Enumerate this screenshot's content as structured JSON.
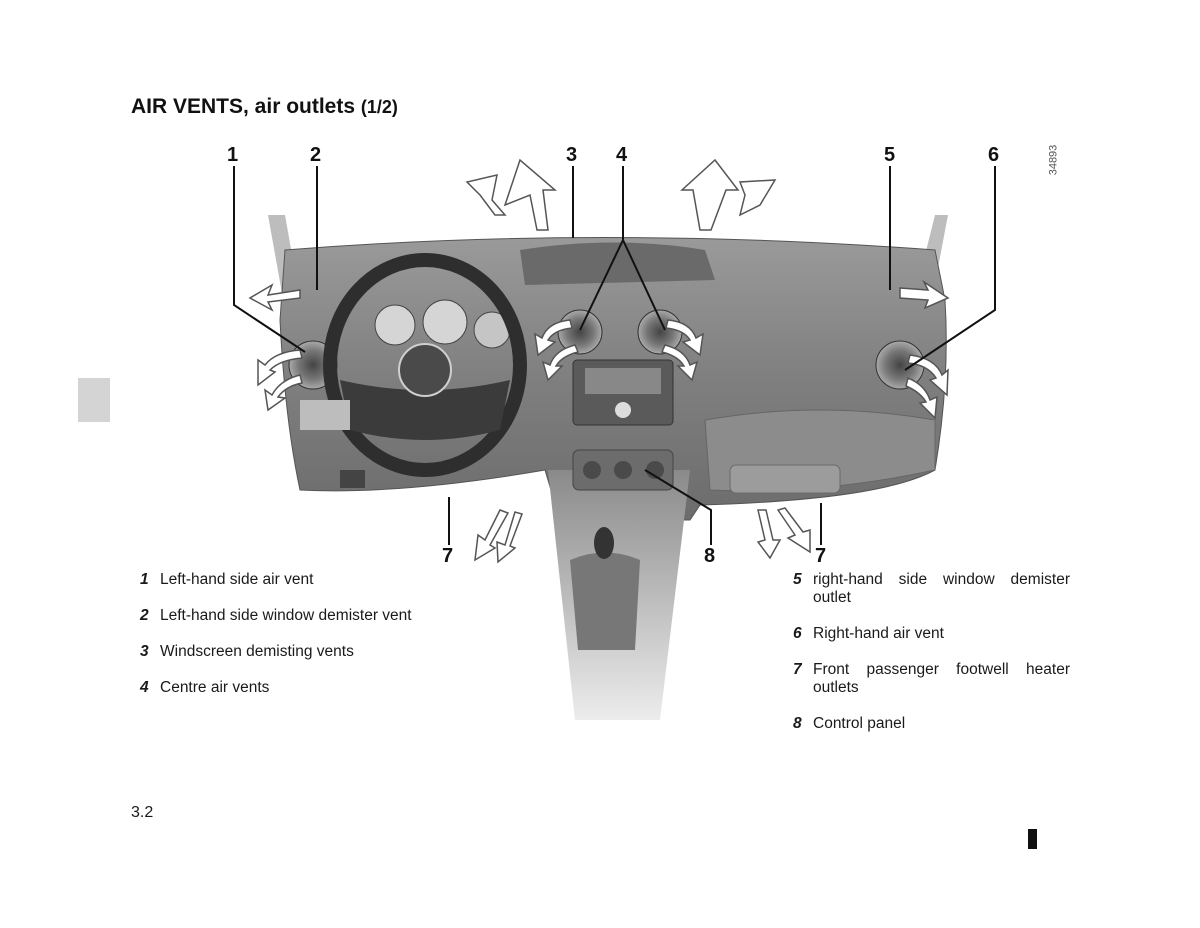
{
  "page": {
    "title": "AIR VENTS, air outlets",
    "title_suffix": "(1/2)",
    "page_number": "3.2",
    "photo_reference": "34893"
  },
  "callouts": {
    "c1": "1",
    "c2": "2",
    "c3": "3",
    "c4": "4",
    "c5": "5",
    "c6": "6",
    "c7a": "7",
    "c8": "8",
    "c7b": "7"
  },
  "legend_left": [
    {
      "num": "1",
      "text": "Left-hand side air vent"
    },
    {
      "num": "2",
      "text": "Left-hand side window demister vent"
    },
    {
      "num": "3",
      "text": "Windscreen demisting vents"
    },
    {
      "num": "4",
      "text": "Centre air vents"
    }
  ],
  "legend_right": [
    {
      "num": "5",
      "text": "right-hand side window demister outlet"
    },
    {
      "num": "6",
      "text": "Right-hand air vent"
    },
    {
      "num": "7",
      "text": "Front passenger footwell heater outlets"
    },
    {
      "num": "8",
      "text": "Control panel"
    }
  ]
}
